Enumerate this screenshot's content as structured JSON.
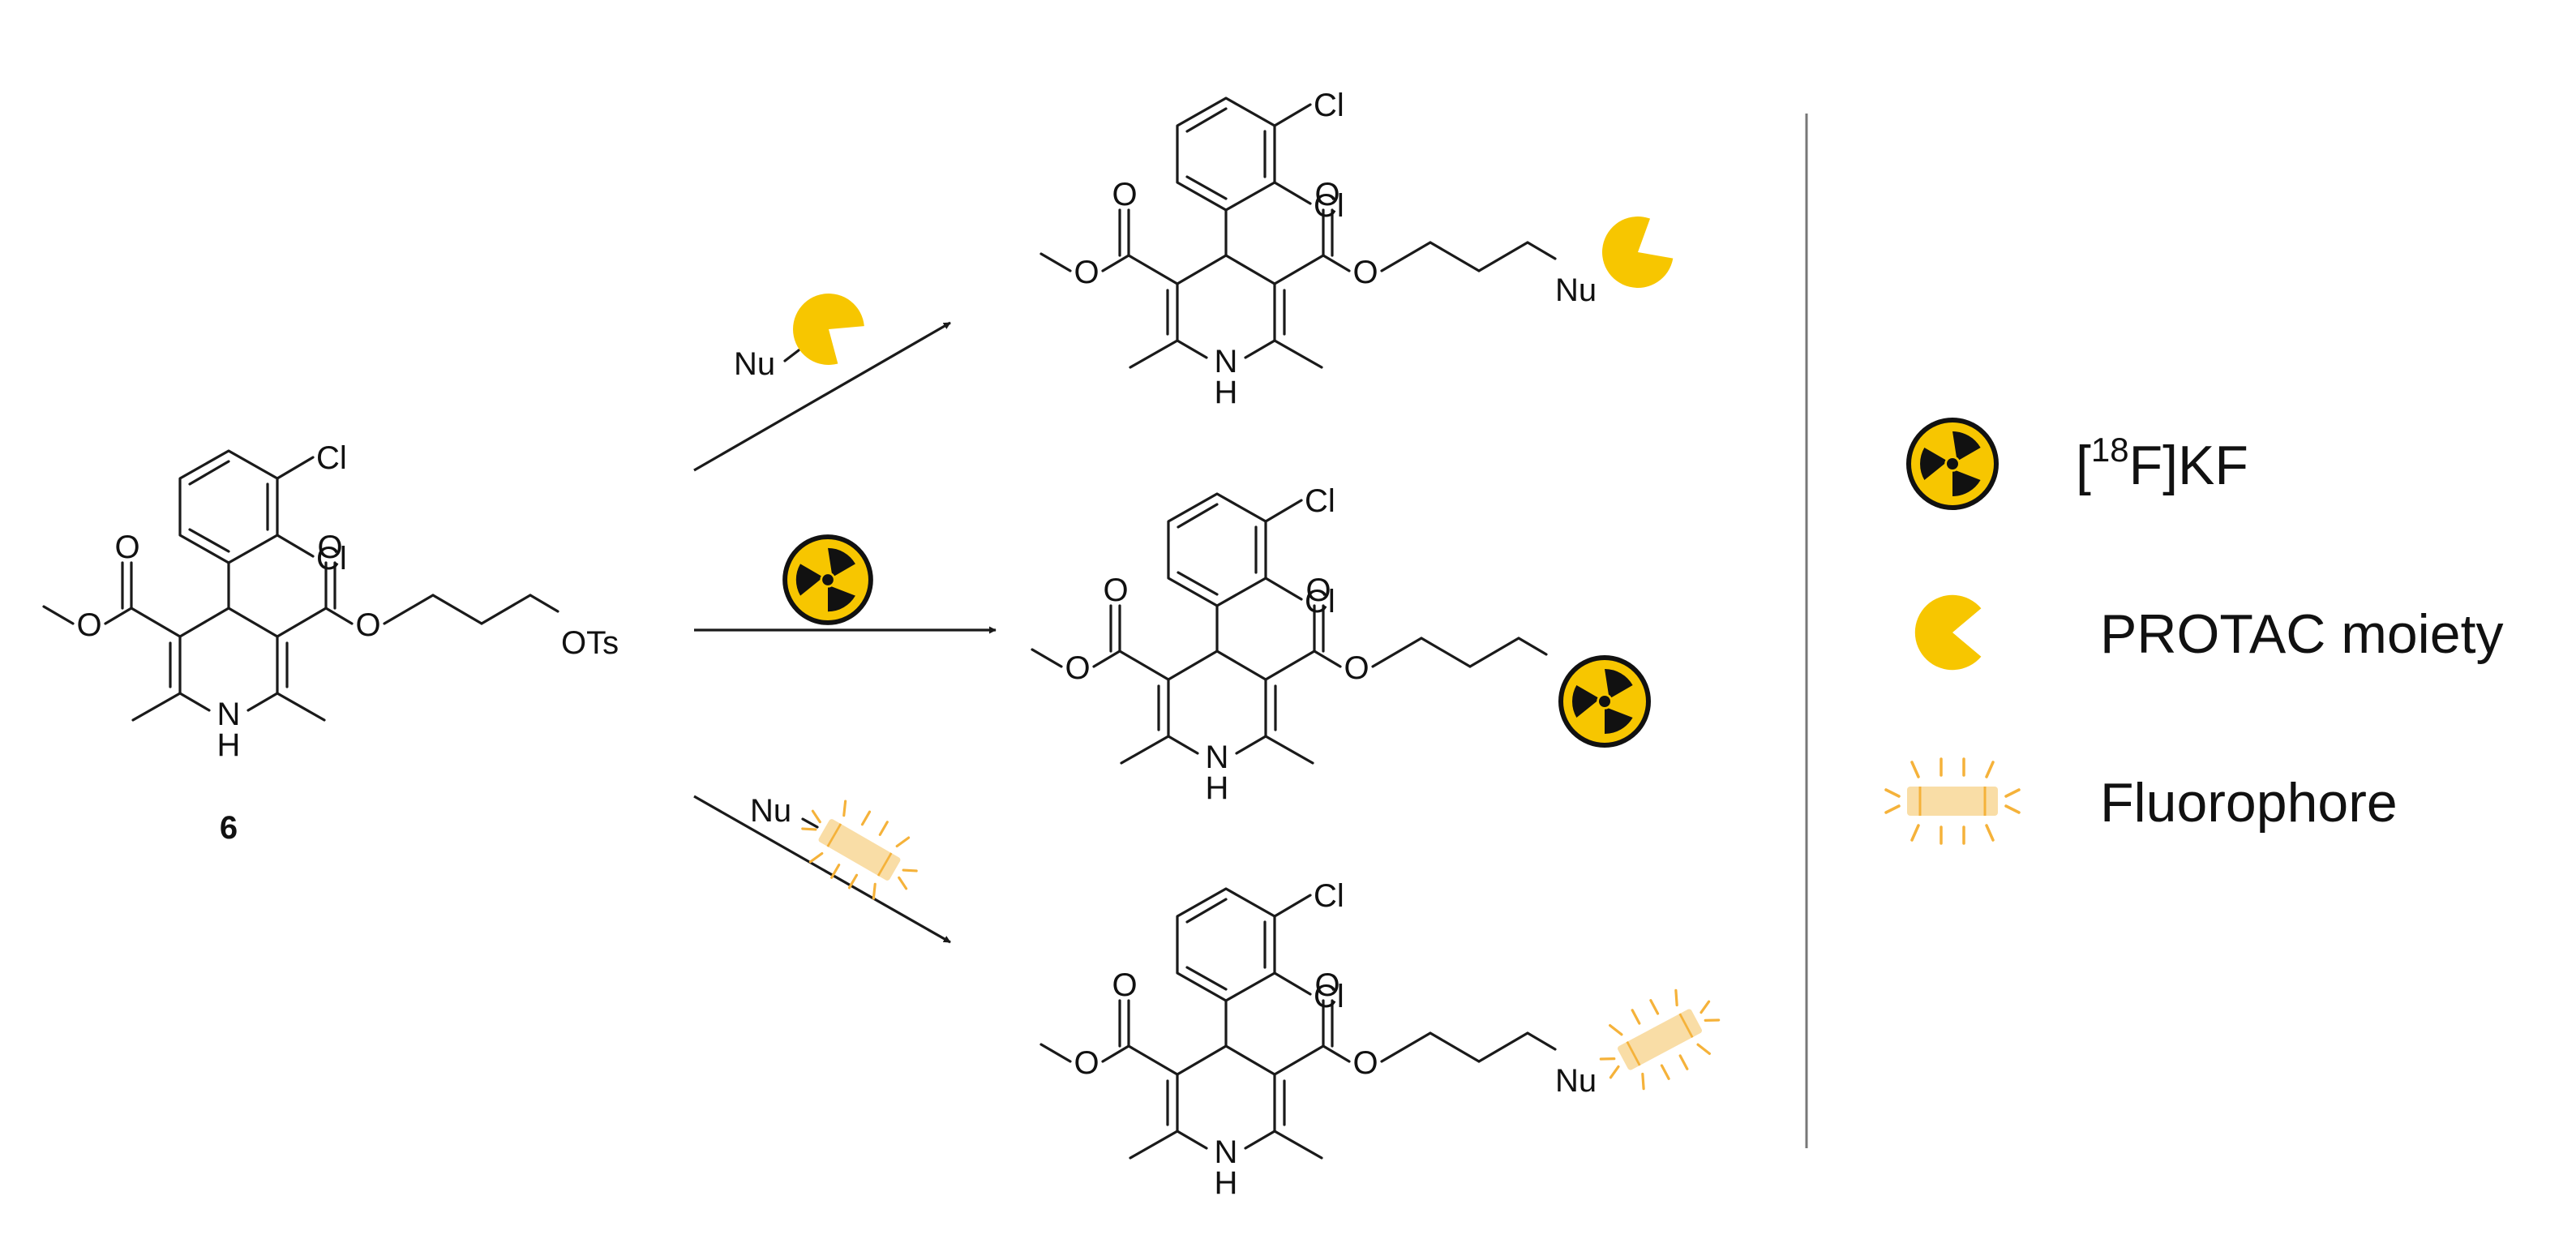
{
  "compound": {
    "number": "6",
    "leaving_group": "OTs"
  },
  "atoms": {
    "chloro": "Cl",
    "nh": "NH",
    "n": "N",
    "h": "H",
    "oxygen": "O",
    "nucleophile": "Nu"
  },
  "legend": {
    "items": [
      {
        "icon": "radioactive-icon",
        "label_open": "[",
        "label_sup": "18",
        "label_rest": "F]KF"
      },
      {
        "icon": "pacman-icon",
        "label": "PROTAC moiety"
      },
      {
        "icon": "fluorophore-icon",
        "label": "Fluorophore"
      }
    ]
  },
  "colors": {
    "yellow": "#F7C600",
    "fluor_fill": "#F9DDA6",
    "fluor_rays": "#F5B23A",
    "ink": "#111111",
    "divider": "#777777"
  }
}
